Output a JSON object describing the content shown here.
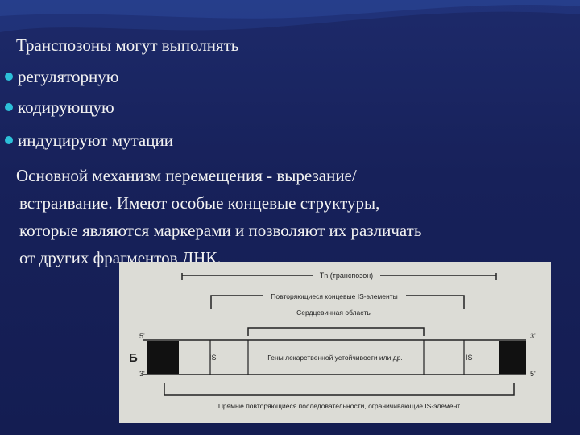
{
  "slide": {
    "intro": "Транспозоны могут выполнять",
    "bullets": [
      "регуляторную",
      "кодирующую",
      "индуцируют мутации"
    ],
    "paragraph_lines": [
      "Основной механизм перемещения - вырезание/",
      "встраивание. Имеют особые концевые структуры,",
      "которые являются маркерами  и позволяют их различать",
      "от других фрагментов ДНК."
    ]
  },
  "figure": {
    "tn_label": "Tn (транспозон)",
    "ir_label": "Повторяющиеся концевые IS-элементы",
    "core_label": "Сердцевинная область",
    "panel_label": "Б",
    "left_is": "IS",
    "right_is": "IS",
    "center_genes": "Гены лекарственной устойчивости или др.",
    "end_5_left": "5'",
    "end_3_left": "3'",
    "end_3_right": "3'",
    "end_5_right": "5'",
    "bottom_label": "Прямые повторяющиеся последовательности, ограничивающие IS-элемент",
    "bullet_color": "#2cc0d9",
    "background_color": "#1a2460"
  }
}
